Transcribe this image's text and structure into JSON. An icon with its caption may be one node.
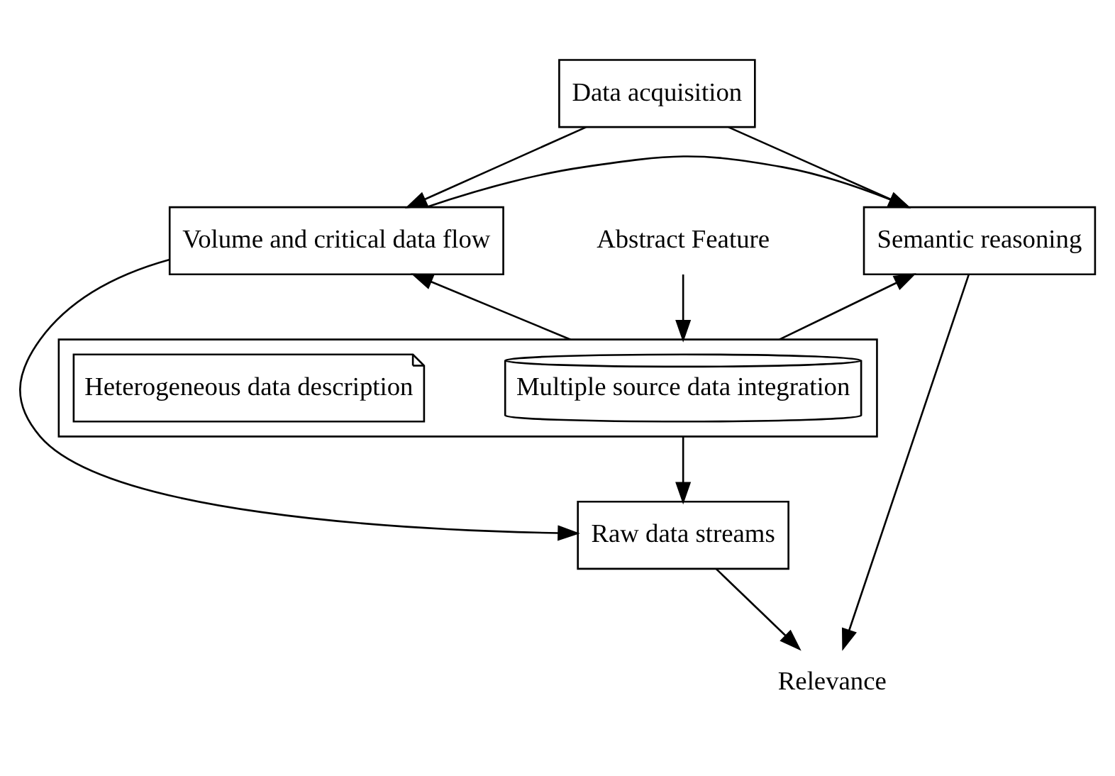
{
  "diagram": {
    "nodes": [
      {
        "text": [
          "Data acquisition"
        ]
      },
      {
        "text": [
          "Volume and critical data flow"
        ]
      },
      {
        "text": [
          "Semantic reasoning"
        ]
      },
      {
        "text": [],
        "shape": "box"
      },
      {
        "text": [
          "Multiple source data integration"
        ],
        "in": 3
      },
      {
        "text": [
          "Heterogeneous data description"
        ],
        "in": 3
      },
      {
        "text": [
          "Raw data streams"
        ]
      },
      {
        "text": [
          "Abstract Feature"
        ]
      },
      {
        "text": [
          "Relevance"
        ]
      }
    ],
    "edges": [
      {
        "from": 0,
        "to": 1,
        "arrow": "to"
      },
      {
        "from": 0,
        "to": 2,
        "arrow": "to"
      },
      {
        "from": 1,
        "to": 2,
        "arrow": "to"
      },
      {
        "from": 3,
        "to": 1,
        "arrow": "to"
      },
      {
        "from": 3,
        "to": 2,
        "arrow": "to"
      },
      {
        "from": 3,
        "to": 6,
        "arrow": "to"
      },
      {
        "from": 7,
        "to": 3,
        "arrow": "to"
      },
      {
        "from": 1,
        "to": 6,
        "arrow": "to"
      },
      {
        "from": 2,
        "to": 8,
        "arrow": "to"
      },
      {
        "from": 6,
        "to": 8,
        "arrow": "to"
      }
    ]
  }
}
